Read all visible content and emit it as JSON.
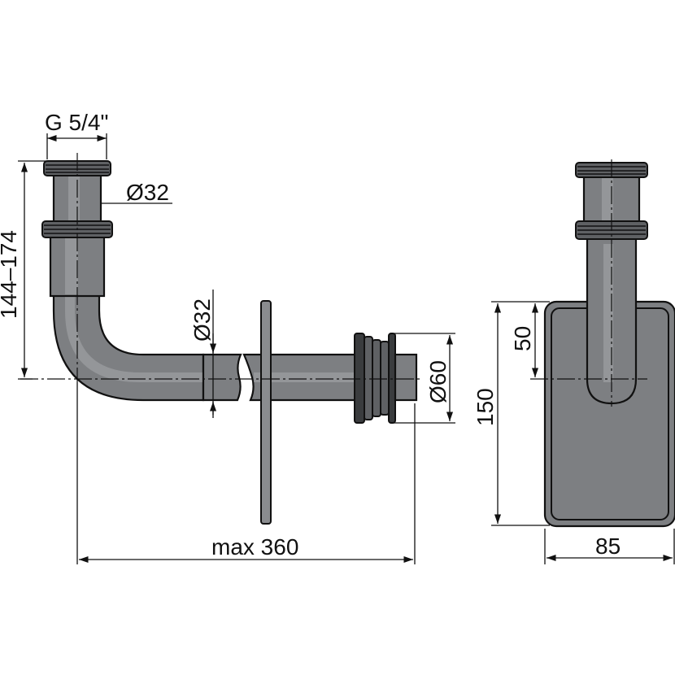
{
  "dimensions": {
    "thread": "G 5/4\"",
    "upper_diameter": "Ø32",
    "height_range": "144–174",
    "pipe_diameter": "Ø32",
    "outlet_diameter": "Ø60",
    "length": "max 360",
    "box_offset": "50",
    "box_height": "150",
    "box_width": "85"
  }
}
